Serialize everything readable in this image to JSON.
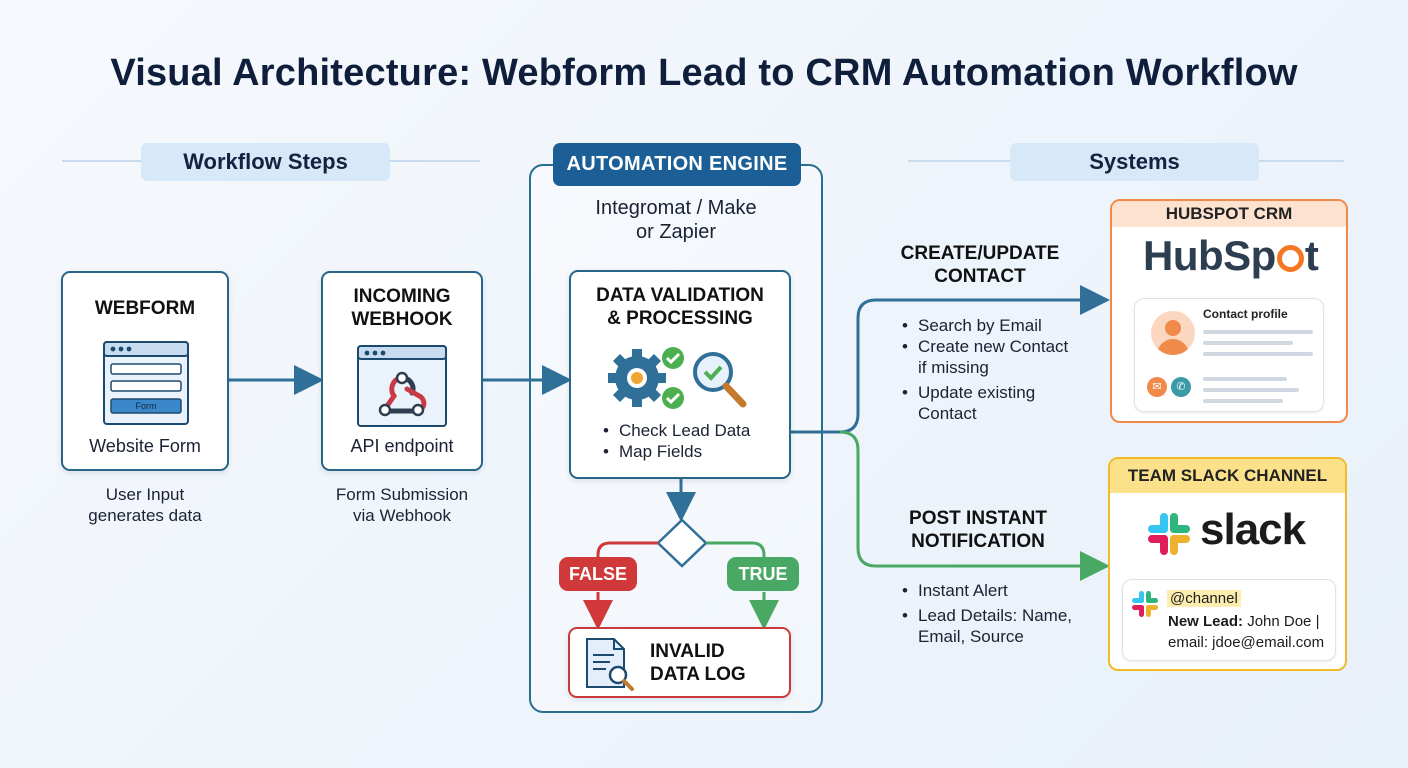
{
  "title": "Visual Architecture: Webform Lead to CRM Automation Workflow",
  "headers": {
    "workflow_steps": "Workflow Steps",
    "automation_engine": "AUTOMATION ENGINE",
    "systems": "Systems"
  },
  "webform": {
    "title": "WEBFORM",
    "form_button": "Form",
    "label": "Website Form",
    "caption": [
      "User Input",
      "generates data"
    ]
  },
  "webhook": {
    "title": [
      "INCOMING",
      "WEBHOOK"
    ],
    "label": "API endpoint",
    "caption": [
      "Form Submission",
      "via Webhook"
    ]
  },
  "engine": {
    "subtitle": [
      "Integromat / Make",
      "or Zapier"
    ],
    "validation_title": [
      "DATA VALIDATION",
      "& PROCESSING"
    ],
    "validation_bullets": [
      "Check Lead Data",
      "Map Fields"
    ],
    "false_label": "FALSE",
    "true_label": "TRUE",
    "invalid_log": [
      "INVALID",
      "DATA LOG"
    ]
  },
  "crm_branch": {
    "heading": [
      "CREATE/UPDATE",
      "CONTACT"
    ],
    "bullets": [
      [
        "Search by Email"
      ],
      [
        "Create new Contact",
        "if missing"
      ],
      [
        "Update existing",
        "Contact"
      ]
    ]
  },
  "slack_branch": {
    "heading": [
      "POST INSTANT",
      "NOTIFICATION"
    ],
    "bullets": [
      [
        "Instant Alert"
      ],
      [
        "Lead Details: Name,",
        "Email, Source"
      ]
    ]
  },
  "hubspot": {
    "badge": "HUBSPOT CRM",
    "logo_text_left": "HubSp",
    "logo_text_right": "t",
    "contact_profile": "Contact profile"
  },
  "slack": {
    "badge": "TEAM SLACK CHANNEL",
    "logo_text": "slack",
    "mention": "@channel",
    "new_lead_label": "New Lead:",
    "new_lead_value": "John Doe |",
    "email_line": "email: jdoe@email.com"
  },
  "colors": {
    "navy": "#1c5f96",
    "box_border": "#2b6585",
    "flow_blue": "#2f6f98",
    "false_red": "#d0383a",
    "true_green": "#49a864",
    "hubspot_orange": "#f08a4b",
    "slack_yellow": "#f2b929"
  }
}
